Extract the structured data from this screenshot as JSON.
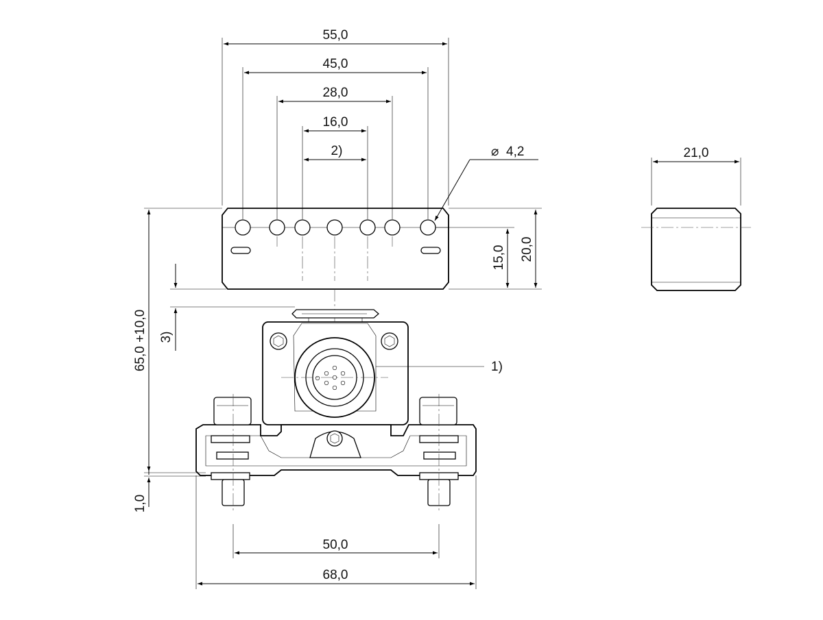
{
  "drawing": {
    "dimensions": {
      "width_55": "55,0",
      "width_45": "45,0",
      "width_28": "28,0",
      "width_16": "16,0",
      "note_2": "2)",
      "hole_dia": "4,2",
      "side_width": "21,0",
      "height_15": "15,0",
      "height_20": "20,0",
      "height_65": "65,0 +10,0",
      "note_3": "3)",
      "offset_1": "1,0",
      "bolt_spacing": "50,0",
      "base_width": "68,0"
    },
    "callouts": {
      "label_1": "1)"
    },
    "symbols": {
      "diameter": "⌀"
    },
    "colors": {
      "line": "#000000",
      "background": "#ffffff"
    }
  }
}
